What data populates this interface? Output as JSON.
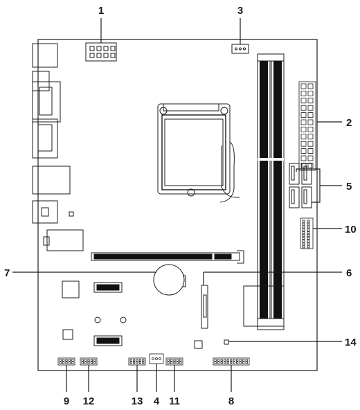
{
  "callouts": [
    {
      "id": "1",
      "text": "1"
    },
    {
      "id": "2",
      "text": "2"
    },
    {
      "id": "3",
      "text": "3"
    },
    {
      "id": "4",
      "text": "4"
    },
    {
      "id": "5",
      "text": "5"
    },
    {
      "id": "6",
      "text": "6"
    },
    {
      "id": "7",
      "text": "7"
    },
    {
      "id": "8",
      "text": "8"
    },
    {
      "id": "9",
      "text": "9"
    },
    {
      "id": "10",
      "text": "10"
    },
    {
      "id": "11",
      "text": "11"
    },
    {
      "id": "12",
      "text": "12"
    },
    {
      "id": "13",
      "text": "13"
    },
    {
      "id": "14",
      "text": "14"
    }
  ],
  "colors": {
    "line": "#1a1a1a",
    "slot_fill": "#111111",
    "background": "#ffffff"
  }
}
